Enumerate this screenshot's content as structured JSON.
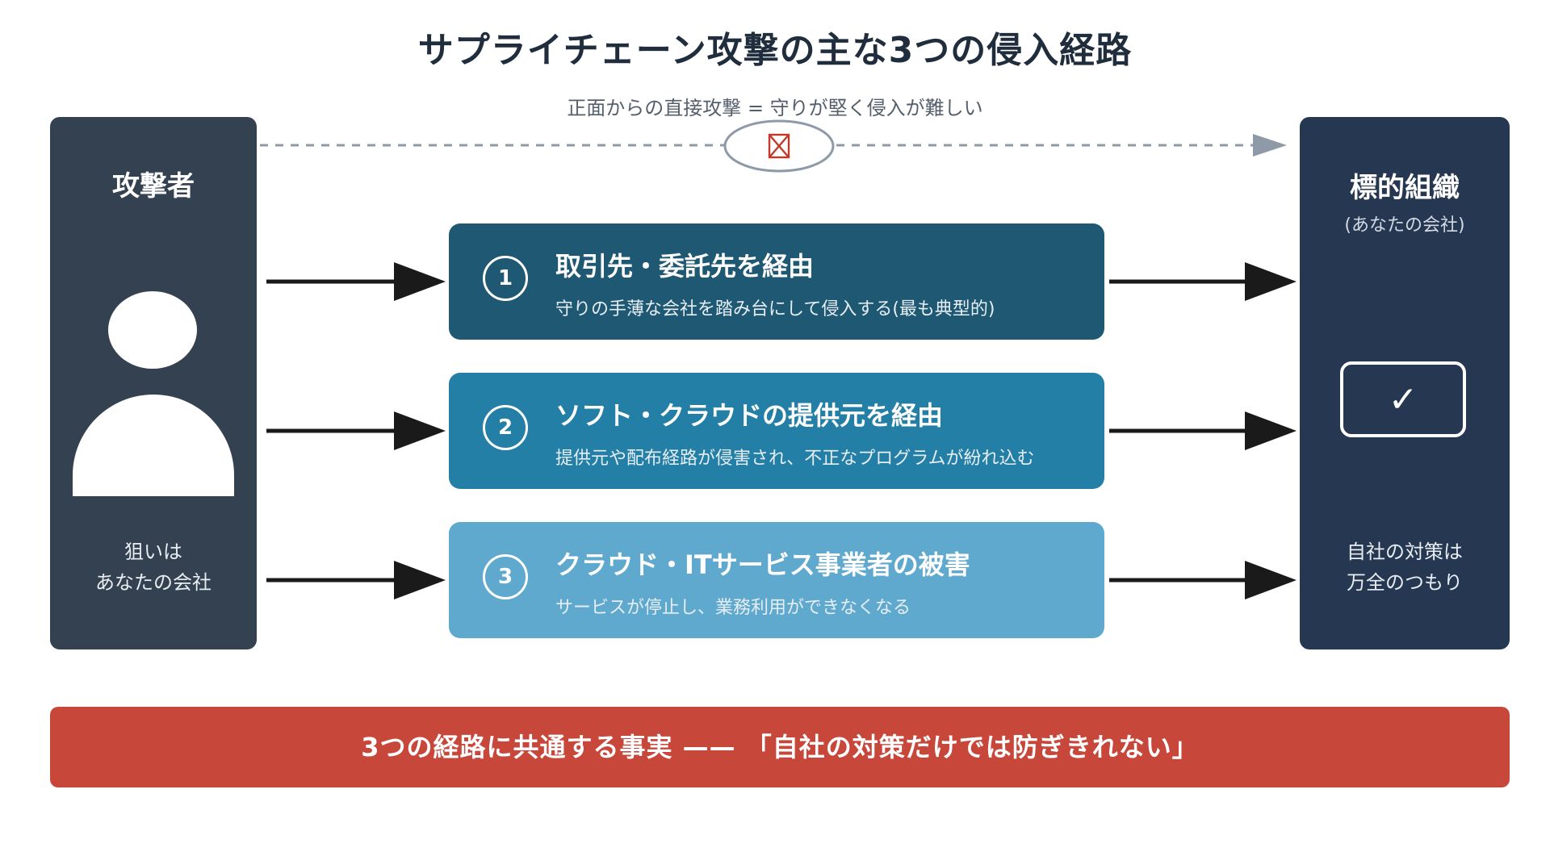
{
  "title": "サプライチェーン攻撃の主な3つの侵入経路",
  "direct_attack": {
    "label": "正面からの直接攻撃 = 守りが堅く侵入が難しい",
    "blocked_icon": "blocked-x-icon"
  },
  "attacker": {
    "title": "攻撃者",
    "icon": "person-icon",
    "caption_lines": [
      "狙いは",
      "あなたの会社"
    ]
  },
  "target": {
    "title": "標的組織",
    "subtitle": "(あなたの会社)",
    "icon": "check-icon",
    "check_symbol": "✓",
    "caption_lines": [
      "自社の対策は",
      "万全のつもり"
    ]
  },
  "routes": [
    {
      "number": "1",
      "title": "取引先・委託先を経由",
      "description": "守りの手薄な会社を踏み台にして侵入する(最も典型的)",
      "color": "#1e5873"
    },
    {
      "number": "2",
      "title": "ソフト・クラウドの提供元を経由",
      "description": "提供元や配布経路が侵害され、不正なプログラムが紛れ込む",
      "color": "#237fa6"
    },
    {
      "number": "3",
      "title": "クラウド・ITサービス事業者の被害",
      "description": "サービスが停止し、業務利用ができなくなる",
      "color": "#5fa9cf"
    }
  ],
  "conclusion": "3つの経路に共通する事実 —— 「自社の対策だけでは防ぎきれない」",
  "colors": {
    "attacker_panel": "#334150",
    "target_panel": "#263751",
    "banner": "#c8473b",
    "blocked": "#c0392b"
  }
}
